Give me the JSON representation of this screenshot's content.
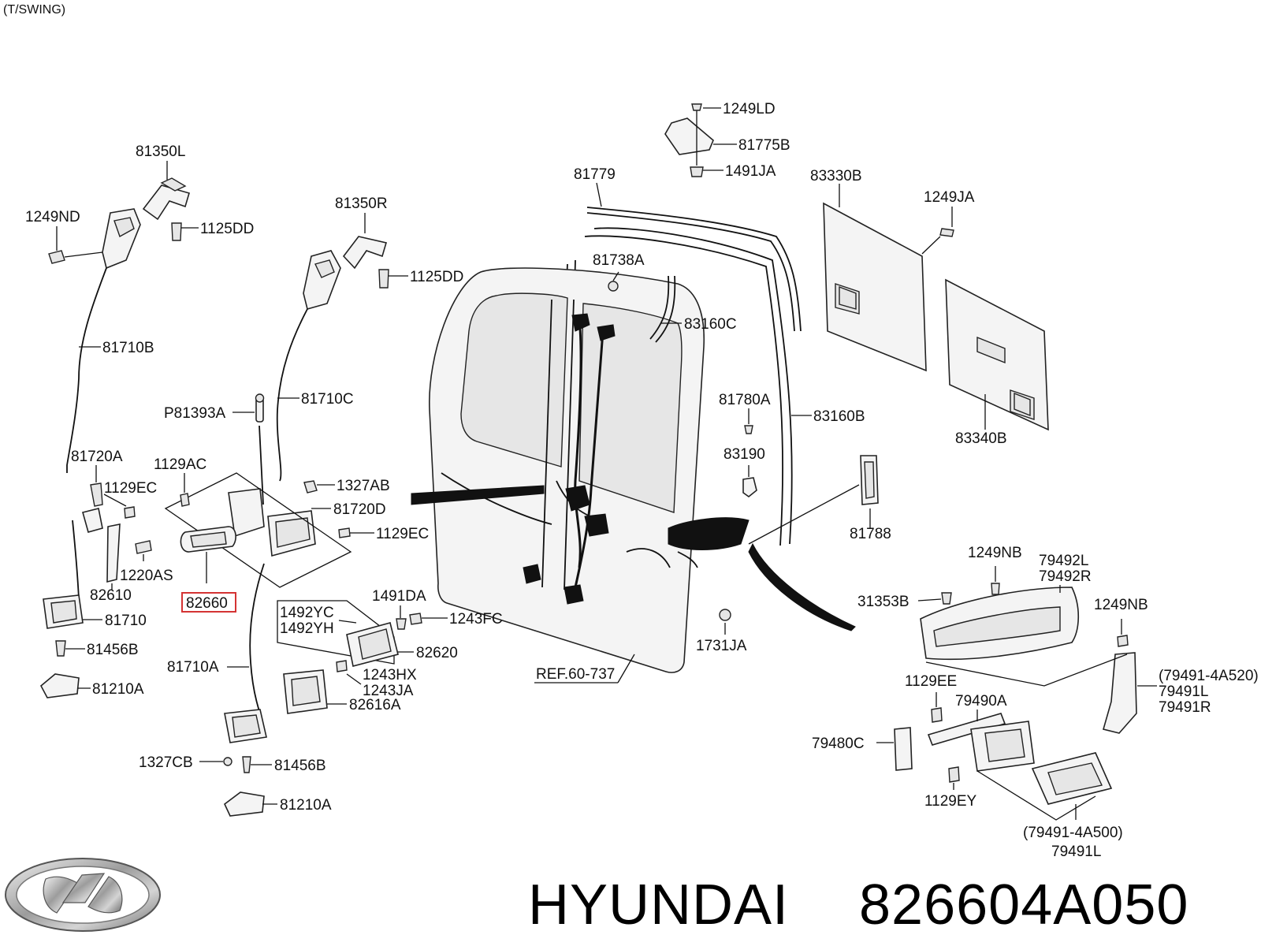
{
  "header_note": "(T/SWING)",
  "brand": {
    "name": "HYUNDAI",
    "part_number": "826604A050",
    "logo_icon": "hyundai-logo-icon"
  },
  "highlighted_part": "82660",
  "labels": {
    "p1249LD": "1249LD",
    "p81775B": "81775B",
    "p1491JA": "1491JA",
    "p81779": "81779",
    "p83330B": "83330B",
    "p1249JA": "1249JA",
    "p81350L": "81350L",
    "p1249ND": "1249ND",
    "p1125DD_a": "1125DD",
    "p81350R": "81350R",
    "p1125DD_b": "1125DD",
    "p81738A": "81738A",
    "p83160C": "83160C",
    "p81710B": "81710B",
    "p81710C": "81710C",
    "pP81393A": "P81393A",
    "p81780A": "81780A",
    "p83160B": "83160B",
    "p83340B": "83340B",
    "p83190": "83190",
    "p81720A": "81720A",
    "p1129AC": "1129AC",
    "p1129EC_a": "1129EC",
    "p1327AB": "1327AB",
    "p81720D": "81720D",
    "p1129EC_b": "1129EC",
    "p81788": "81788",
    "p1220AS": "1220AS",
    "p82610": "82610",
    "p82660": "82660",
    "p1491DA": "1491DA",
    "p1492YC": "1492YC",
    "p1492YH": "1492YH",
    "p1243FC": "1243FC",
    "p81710": "81710",
    "p81456B_a": "81456B",
    "p82620": "82620",
    "p81710A": "81710A",
    "p1243HX": "1243HX",
    "p1243JA": "1243JA",
    "p82616A": "82616A",
    "p81210A_a": "81210A",
    "pREF": "REF.60-737",
    "p1731JA": "1731JA",
    "p1249NB_a": "1249NB",
    "p79492L": "79492L",
    "p79492R": "79492R",
    "p31353B": "31353B",
    "p1249NB_b": "1249NB",
    "p794914A520": "(79491-4A520)",
    "p79491L_a": "79491L",
    "p79491R": "79491R",
    "p1129EE": "1129EE",
    "p79490A": "79490A",
    "p79480C": "79480C",
    "p1327CB": "1327CB",
    "p81456B_b": "81456B",
    "p81210A_b": "81210A",
    "p1129EY": "1129EY",
    "p794914A500": "(79491-4A500)",
    "p79491L_b": "79491L"
  }
}
